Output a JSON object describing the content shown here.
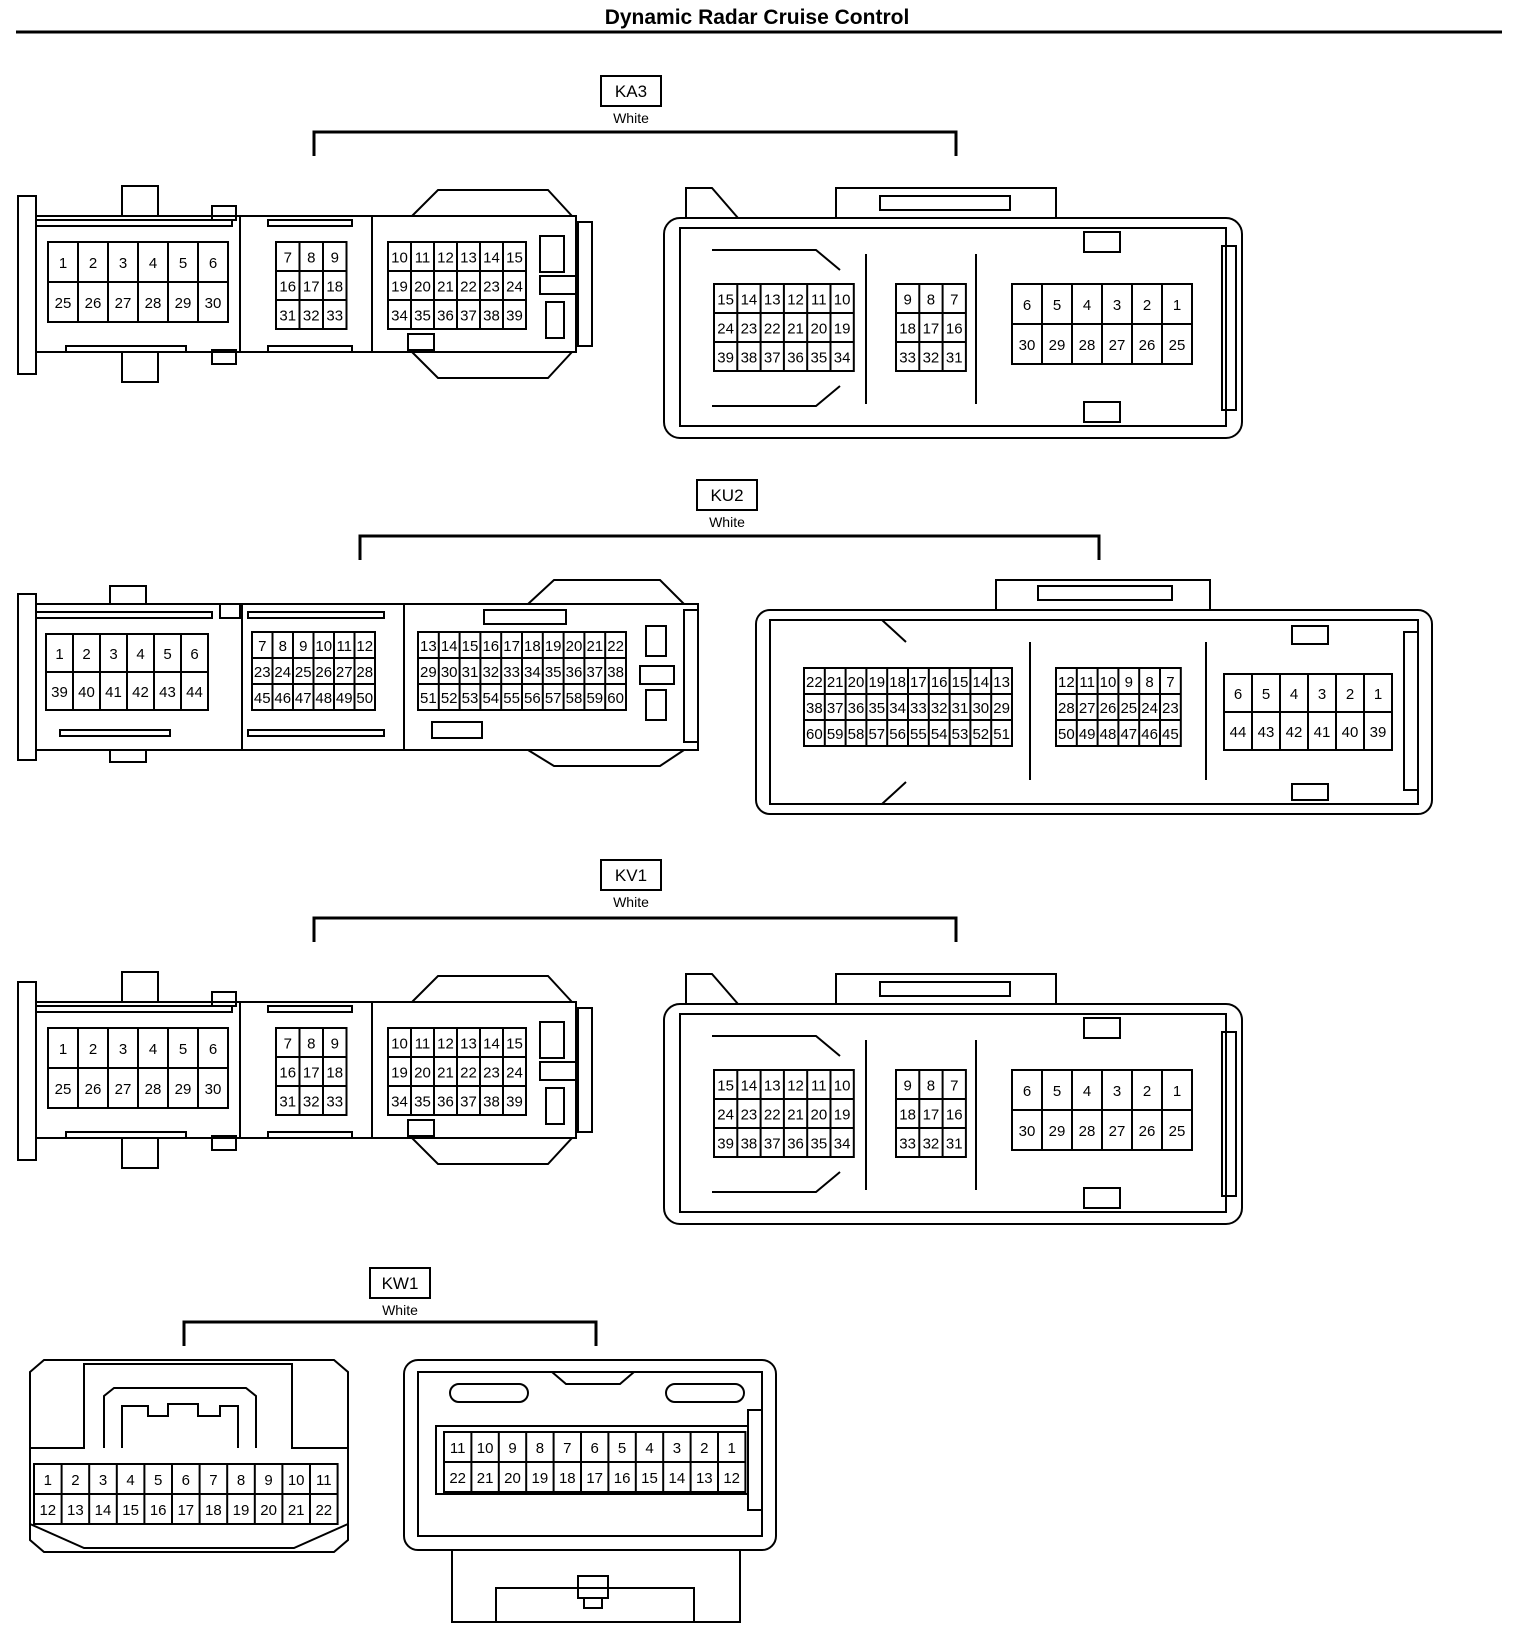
{
  "title": "Dynamic Radar Cruise Control",
  "connectors": [
    {
      "id": "KA3",
      "color": "White",
      "left_blocks": [
        [
          [
            "1",
            "2",
            "3",
            "4",
            "5",
            "6"
          ],
          [
            "25",
            "26",
            "27",
            "28",
            "29",
            "30"
          ]
        ],
        [
          [
            "7",
            "8",
            "9"
          ],
          [
            "16",
            "17",
            "18"
          ],
          [
            "31",
            "32",
            "33"
          ]
        ],
        [
          [
            "10",
            "11",
            "12",
            "13",
            "14",
            "15"
          ],
          [
            "19",
            "20",
            "21",
            "22",
            "23",
            "24"
          ],
          [
            "34",
            "35",
            "36",
            "37",
            "38",
            "39"
          ]
        ]
      ],
      "right_blocks": [
        [
          [
            "15",
            "14",
            "13",
            "12",
            "11",
            "10"
          ],
          [
            "24",
            "23",
            "22",
            "21",
            "20",
            "19"
          ],
          [
            "39",
            "38",
            "37",
            "36",
            "35",
            "34"
          ]
        ],
        [
          [
            "9",
            "8",
            "7"
          ],
          [
            "18",
            "17",
            "16"
          ],
          [
            "33",
            "32",
            "31"
          ]
        ],
        [
          [
            "6",
            "5",
            "4",
            "3",
            "2",
            "1"
          ],
          [
            "30",
            "29",
            "28",
            "27",
            "26",
            "25"
          ]
        ]
      ]
    },
    {
      "id": "KU2",
      "color": "White",
      "left_blocks": [
        [
          [
            "1",
            "2",
            "3",
            "4",
            "5",
            "6"
          ],
          [
            "39",
            "40",
            "41",
            "42",
            "43",
            "44"
          ]
        ],
        [
          [
            "7",
            "8",
            "9",
            "10",
            "11",
            "12"
          ],
          [
            "23",
            "24",
            "25",
            "26",
            "27",
            "28"
          ],
          [
            "45",
            "46",
            "47",
            "48",
            "49",
            "50"
          ]
        ],
        [
          [
            "13",
            "14",
            "15",
            "16",
            "17",
            "18",
            "19",
            "20",
            "21",
            "22"
          ],
          [
            "29",
            "30",
            "31",
            "32",
            "33",
            "34",
            "35",
            "36",
            "37",
            "38"
          ],
          [
            "51",
            "52",
            "53",
            "54",
            "55",
            "56",
            "57",
            "58",
            "59",
            "60"
          ]
        ]
      ],
      "right_blocks": [
        [
          [
            "22",
            "21",
            "20",
            "19",
            "18",
            "17",
            "16",
            "15",
            "14",
            "13"
          ],
          [
            "38",
            "37",
            "36",
            "35",
            "34",
            "33",
            "32",
            "31",
            "30",
            "29"
          ],
          [
            "60",
            "59",
            "58",
            "57",
            "56",
            "55",
            "54",
            "53",
            "52",
            "51"
          ]
        ],
        [
          [
            "12",
            "11",
            "10",
            "9",
            "8",
            "7"
          ],
          [
            "28",
            "27",
            "26",
            "25",
            "24",
            "23"
          ],
          [
            "50",
            "49",
            "48",
            "47",
            "46",
            "45"
          ]
        ],
        [
          [
            "6",
            "5",
            "4",
            "3",
            "2",
            "1"
          ],
          [
            "44",
            "43",
            "42",
            "41",
            "40",
            "39"
          ]
        ]
      ]
    },
    {
      "id": "KV1",
      "color": "White",
      "left_blocks": [
        [
          [
            "1",
            "2",
            "3",
            "4",
            "5",
            "6"
          ],
          [
            "25",
            "26",
            "27",
            "28",
            "29",
            "30"
          ]
        ],
        [
          [
            "7",
            "8",
            "9"
          ],
          [
            "16",
            "17",
            "18"
          ],
          [
            "31",
            "32",
            "33"
          ]
        ],
        [
          [
            "10",
            "11",
            "12",
            "13",
            "14",
            "15"
          ],
          [
            "19",
            "20",
            "21",
            "22",
            "23",
            "24"
          ],
          [
            "34",
            "35",
            "36",
            "37",
            "38",
            "39"
          ]
        ]
      ],
      "right_blocks": [
        [
          [
            "15",
            "14",
            "13",
            "12",
            "11",
            "10"
          ],
          [
            "24",
            "23",
            "22",
            "21",
            "20",
            "19"
          ],
          [
            "39",
            "38",
            "37",
            "36",
            "35",
            "34"
          ]
        ],
        [
          [
            "9",
            "8",
            "7"
          ],
          [
            "18",
            "17",
            "16"
          ],
          [
            "33",
            "32",
            "31"
          ]
        ],
        [
          [
            "6",
            "5",
            "4",
            "3",
            "2",
            "1"
          ],
          [
            "30",
            "29",
            "28",
            "27",
            "26",
            "25"
          ]
        ]
      ]
    },
    {
      "id": "KW1",
      "color": "White",
      "left_blocks": [
        [
          [
            "1",
            "2",
            "3",
            "4",
            "5",
            "6",
            "7",
            "8",
            "9",
            "10",
            "11"
          ],
          [
            "12",
            "13",
            "14",
            "15",
            "16",
            "17",
            "18",
            "19",
            "20",
            "21",
            "22"
          ]
        ]
      ],
      "right_blocks": [
        [
          [
            "11",
            "10",
            "9",
            "8",
            "7",
            "6",
            "5",
            "4",
            "3",
            "2",
            "1"
          ],
          [
            "22",
            "21",
            "20",
            "19",
            "18",
            "17",
            "16",
            "15",
            "14",
            "13",
            "12"
          ]
        ]
      ]
    }
  ]
}
